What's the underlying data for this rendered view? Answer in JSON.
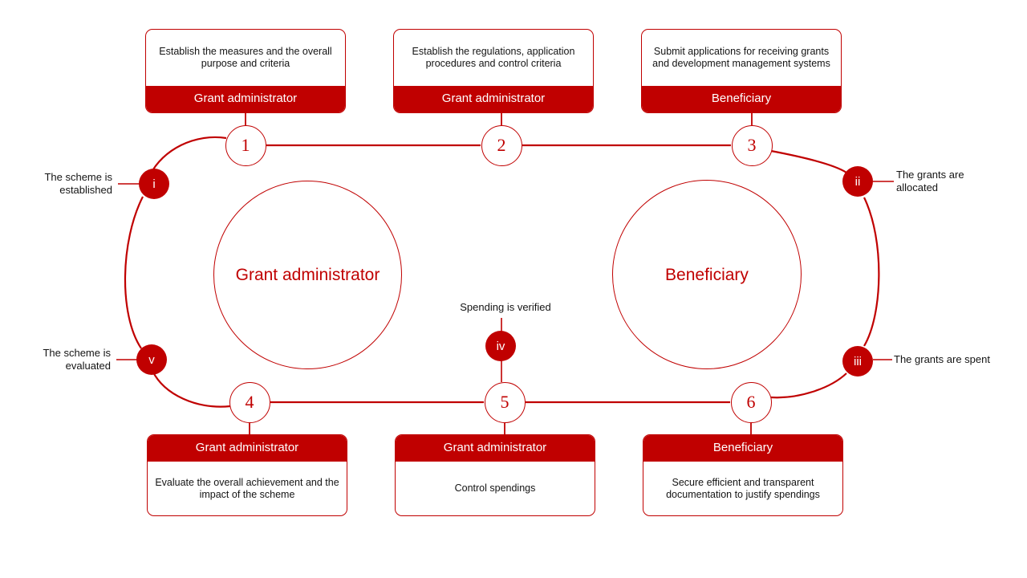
{
  "theme": {
    "accent": "#c00000",
    "text": "#141414",
    "background": "#ffffff"
  },
  "diagram": {
    "type": "cycle-process",
    "center_roles": [
      {
        "name": "grant-administrator",
        "label": "Grant\nadministrator"
      },
      {
        "name": "beneficiary",
        "label": "Beneficiary"
      }
    ],
    "steps": [
      {
        "number": "1",
        "position": "top",
        "actor": "Grant administrator",
        "description": "Establish the measures and the overall purpose and criteria"
      },
      {
        "number": "2",
        "position": "top",
        "actor": "Grant administrator",
        "description": "Establish the regulations, application procedures and control criteria"
      },
      {
        "number": "3",
        "position": "top",
        "actor": "Beneficiary",
        "description": "Submit applications for receiving grants and development management systems"
      },
      {
        "number": "4",
        "position": "bottom",
        "actor": "Grant administrator",
        "description": "Evaluate the overall achievement and the impact of the scheme"
      },
      {
        "number": "5",
        "position": "bottom",
        "actor": "Grant administrator",
        "description": "Control spendings"
      },
      {
        "number": "6",
        "position": "bottom",
        "actor": "Beneficiary",
        "description": "Secure efficient and transparent documentation to justify spendings"
      }
    ],
    "milestones": [
      {
        "numeral": "i",
        "caption": "The scheme is\nestablished"
      },
      {
        "numeral": "ii",
        "caption": "The grants are\nallocated"
      },
      {
        "numeral": "iii",
        "caption": "The grants are spent"
      },
      {
        "numeral": "iv",
        "caption": "Spending is verified"
      },
      {
        "numeral": "v",
        "caption": "The scheme is\nevaluated"
      }
    ]
  }
}
